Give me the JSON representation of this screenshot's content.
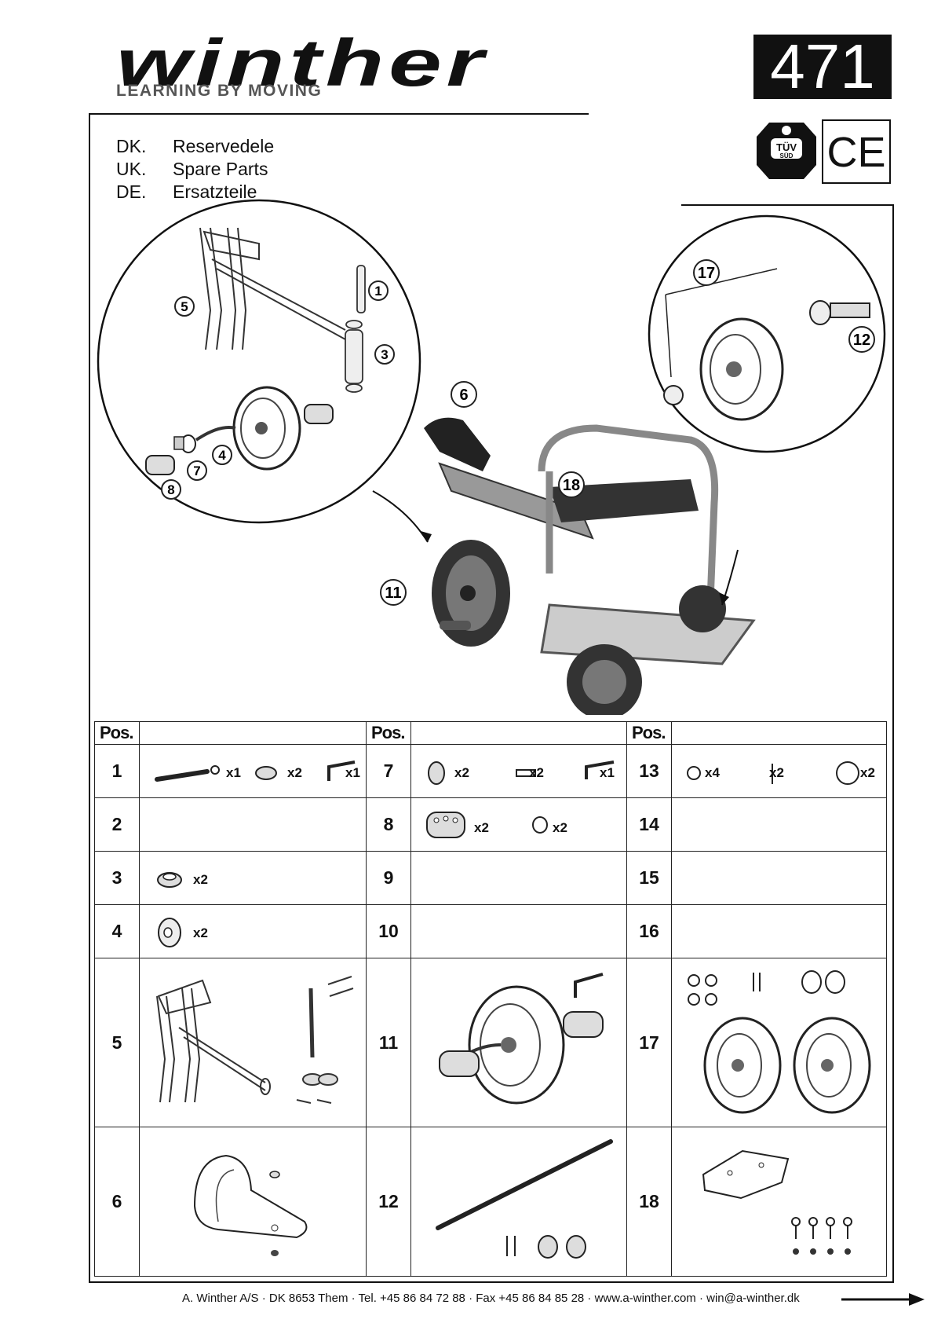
{
  "brand": {
    "name": "winther",
    "tagline": "LEARNING BY MOVING"
  },
  "model_number": "471",
  "certifications": [
    {
      "name": "tuv-sud-mark",
      "label": "TÜV",
      "sub": "SÜD"
    },
    {
      "name": "ce-mark",
      "label": "CE"
    }
  ],
  "headings": [
    {
      "code": "DK.",
      "text": "Reservedele"
    },
    {
      "code": "UK.",
      "text": "Spare Parts"
    },
    {
      "code": "DE.",
      "text": "Ersatzteile"
    }
  ],
  "callouts": [
    "1",
    "3",
    "4",
    "5",
    "7",
    "8",
    "6",
    "18",
    "11",
    "17",
    "12"
  ],
  "table": {
    "header": "Pos.",
    "rows": [
      [
        {
          "pos": "1",
          "qty": [
            "x1",
            "x2",
            "x1"
          ]
        },
        {
          "pos": "7",
          "qty": [
            "x2",
            "x2",
            "x1"
          ]
        },
        {
          "pos": "13",
          "qty": [
            "x4",
            "x2",
            "x2"
          ]
        }
      ],
      [
        {
          "pos": "2",
          "qty": []
        },
        {
          "pos": "8",
          "qty": [
            "x2",
            "x2"
          ]
        },
        {
          "pos": "14",
          "qty": []
        }
      ],
      [
        {
          "pos": "3",
          "qty": [
            "x2"
          ]
        },
        {
          "pos": "9",
          "qty": []
        },
        {
          "pos": "15",
          "qty": []
        }
      ],
      [
        {
          "pos": "4",
          "qty": [
            "x2"
          ]
        },
        {
          "pos": "10",
          "qty": []
        },
        {
          "pos": "16",
          "qty": []
        }
      ],
      [
        {
          "pos": "5",
          "qty": []
        },
        {
          "pos": "11",
          "qty": []
        },
        {
          "pos": "17",
          "qty": []
        }
      ],
      [
        {
          "pos": "6",
          "qty": []
        },
        {
          "pos": "12",
          "qty": []
        },
        {
          "pos": "18",
          "qty": []
        }
      ]
    ]
  },
  "footer": "A. Winther A/S · DK 8653 Them · Tel. +45 86 84 72 88 · Fax +45 86 84 85 28 · www.a-winther.com · win@a-winther.dk"
}
